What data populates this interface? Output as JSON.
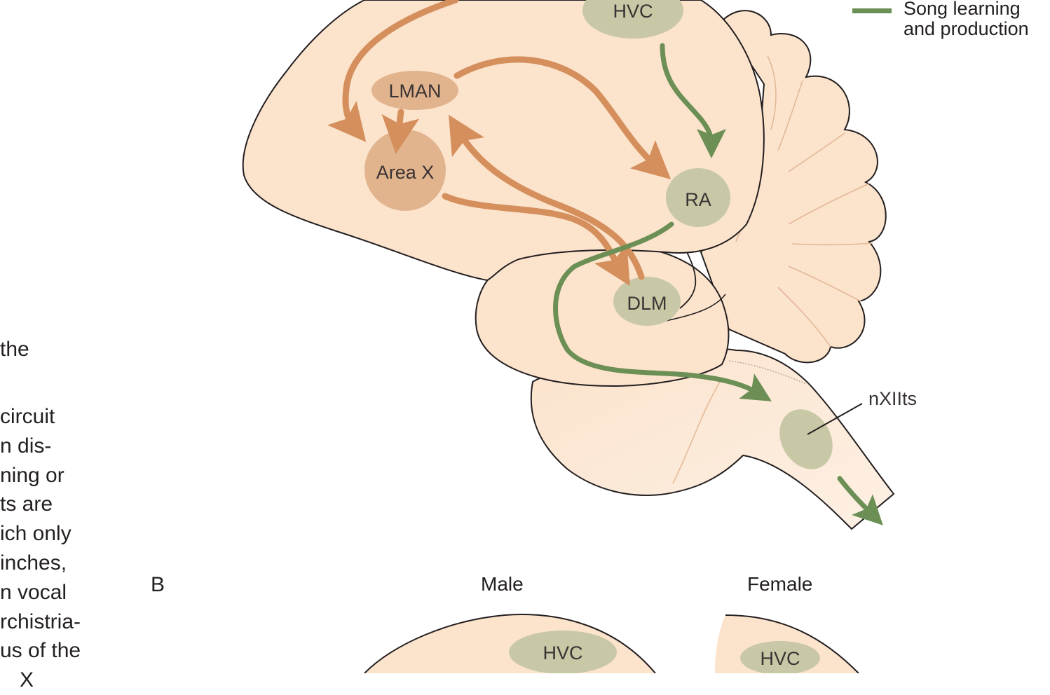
{
  "caption": {
    "heading": "the",
    "lines": [
      "circuit",
      "n dis-",
      "ning or",
      "ts are",
      "ich only",
      "inches,",
      "n vocal",
      "rchistria-",
      "us of the",
      "X"
    ]
  },
  "legend": {
    "label_line1": "Song learning",
    "label_line2": "and production",
    "color": "#6c8f56"
  },
  "panel_b": {
    "label": "B",
    "male_label": "Male",
    "female_label": "Female"
  },
  "nuclei": {
    "hvc": "HVC",
    "lman": "LMAN",
    "area_x": "Area X",
    "ra": "RA",
    "dlm": "DLM",
    "nxiits": "nXIIts",
    "male_hvc": "HVC",
    "female_hvc": "HVC"
  },
  "colors": {
    "tissue": "#fce3cc",
    "outline": "#231f20",
    "song_pathway": "#6c8f56",
    "anterior_pathway": "#d48f5c",
    "nucleus_green": "#c8c8a6",
    "nucleus_tan": "#e1b48e"
  }
}
